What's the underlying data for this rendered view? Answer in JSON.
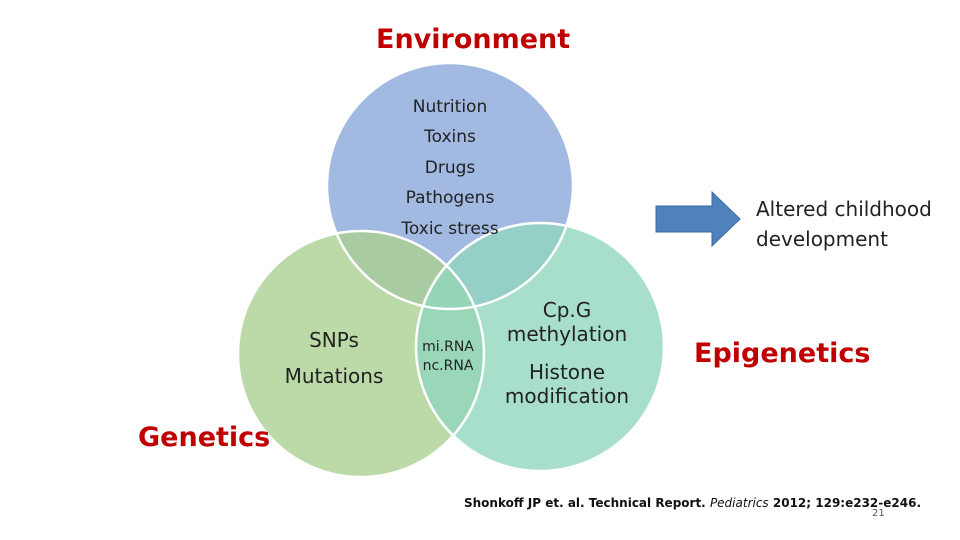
{
  "diagram": {
    "environment": {
      "title": "Environment",
      "items": [
        "Nutrition",
        "Toxins",
        "Drugs",
        "Pathogens",
        "Toxic stress"
      ],
      "fill": "#8eaadb"
    },
    "genetics": {
      "title": "Genetics",
      "items": [
        "SNPs",
        "Mutations"
      ],
      "fill": "#a9d08e"
    },
    "epigenetics": {
      "title": "Epigenetics",
      "items": [
        "Cp.G methylation",
        "Histone modification"
      ],
      "fill": "#8fd6bd"
    },
    "intersection": {
      "items": [
        "mi.RNA",
        "nc.RNA"
      ]
    },
    "arrow": {
      "label": "Altered childhood development",
      "color": "#4f81bd"
    },
    "accent_color": "#c00000"
  },
  "footer": {
    "citation_authors": "Shonkoff JP et. al. Technical Report.",
    "citation_journal": "Pediatrics",
    "citation_details": "2012; 129:e232-e246.",
    "page_number": "21"
  }
}
